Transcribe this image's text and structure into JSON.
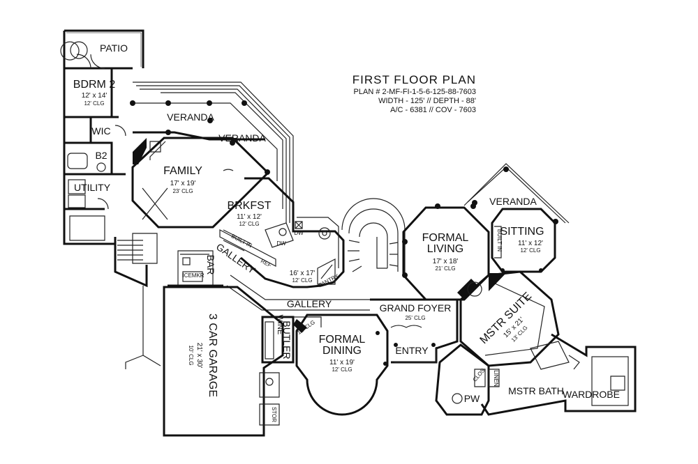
{
  "title_block": {
    "title": "FIRST FLOOR PLAN",
    "line1": "PLAN # 2-MF-FI-1-5-6-125-88-7603",
    "line2": "WIDTH - 125' // DEPTH - 88'",
    "line3": "A/C - 6381 // COV - 7603"
  },
  "rooms": {
    "patio": "PATIO",
    "bdrm2": {
      "name": "BDRM 2",
      "dim": "12' x 14'",
      "clg": "12' CLG"
    },
    "wic": "WIC",
    "b2": "B2",
    "utility": "UTILITY",
    "veranda_top": "VERANDA",
    "veranda_mid": "VERANDA",
    "family": {
      "name": "FAMILY",
      "dim": "17' x 19'",
      "clg": "23' CLG"
    },
    "brkfst": {
      "name": "BRKFST",
      "dim": "11' x 12'",
      "clg": "12' CLG"
    },
    "kitchen": {
      "dim": "16' x 17'",
      "clg": "12' CLG"
    },
    "dw1": "DW",
    "dw2": "DW",
    "pantry": "PANTRY",
    "ref": "REF",
    "built_in": "BUILT IN",
    "bar": "BAR",
    "icemkr": "ICEMKR",
    "gallery_left": "GALLERY",
    "gallery_bottom": "GALLERY",
    "garage": {
      "name": "3 CAR GARAGE",
      "dim": "21' x 30'",
      "clg": "10' CLG"
    },
    "wine": "WINE",
    "butler": "BUTLER",
    "stor": "STOR",
    "formal_dining": {
      "name1": "FORMAL",
      "name2": "DINING",
      "dim": "11' x 19'",
      "clg": "12' CLG"
    },
    "clg_tag": "12' CLG",
    "grand_foyer": {
      "name": "GRAND FOYER",
      "clg": "25' CLG"
    },
    "entry": "ENTRY",
    "formal_living": {
      "name1": "FORMAL",
      "name2": "LIVING",
      "dim": "17' x 18'",
      "clg": "21' CLG"
    },
    "veranda_right": "VERANDA",
    "sitting": {
      "name": "SITTING",
      "dim": "11' x 12'",
      "clg": "12' CLG",
      "built_in": "BUILT IN"
    },
    "mstr_suite": {
      "name": "MSTR SUITE",
      "dim": "15' x 21'",
      "clg": "13' CLG"
    },
    "mstr_bath": "MSTR BATH",
    "wardrobe": "WARDROBE",
    "pw": "PW",
    "linen": "LINEN",
    "clos": "CLOS"
  }
}
